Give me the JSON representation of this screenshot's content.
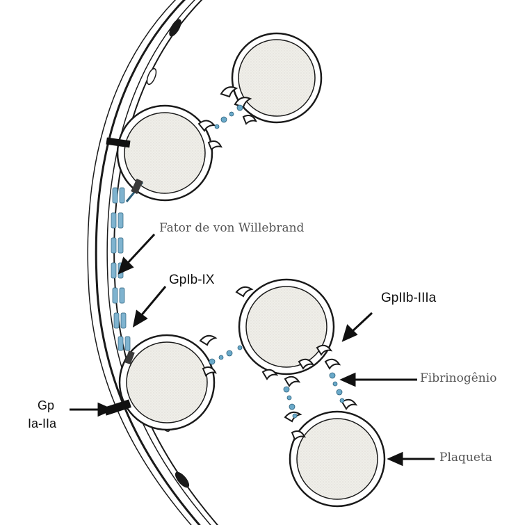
{
  "labels": {
    "vwf": "Fator de von Willebrand",
    "gpib": "GpIb-IX",
    "gpiib": "GpIIb-IIIa",
    "fibrinogen": "Fibrinogênio",
    "gp_line1": "Gp",
    "gp_line2": "Ia-IIa",
    "platelet": "Plaqueta"
  },
  "colors": {
    "fibrinogen_dots": "#6aa9c9",
    "platelet_fill": "#ecebe6",
    "line": "#1a1a1a"
  }
}
